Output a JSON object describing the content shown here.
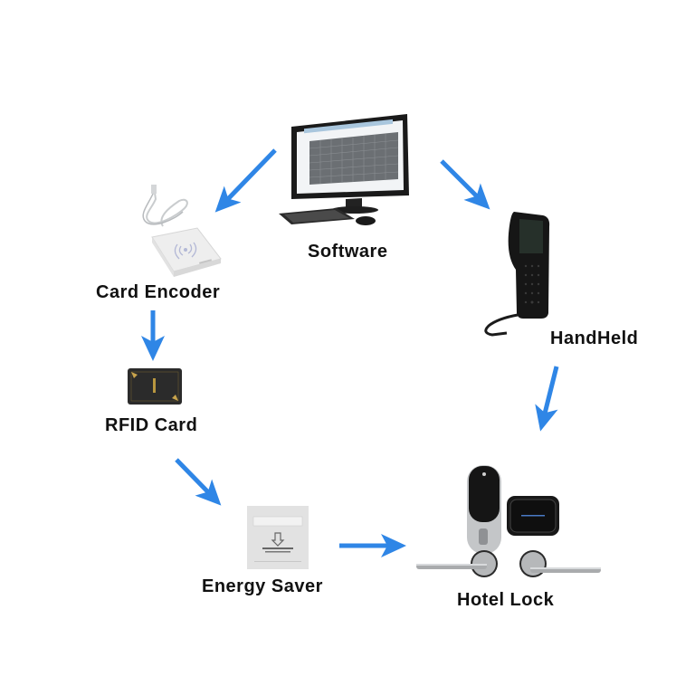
{
  "diagram": {
    "title": "Hotel Lock System Workflow",
    "accent_color": "#2f86e6",
    "nodes": [
      {
        "id": "software",
        "label": "Software",
        "icon": "desktop-computer-icon"
      },
      {
        "id": "card_encoder",
        "label": "Card Encoder",
        "icon": "card-encoder-icon"
      },
      {
        "id": "handheld",
        "label": "HandHeld",
        "icon": "handheld-terminal-icon"
      },
      {
        "id": "rfid_card",
        "label": "RFID Card",
        "icon": "rfid-card-icon"
      },
      {
        "id": "energy_saver",
        "label": "Energy Saver",
        "icon": "energy-saver-switch-icon"
      },
      {
        "id": "hotel_lock",
        "label": "Hotel Lock",
        "icon": "door-lock-icon"
      }
    ],
    "edges": [
      {
        "from": "software",
        "to": "card_encoder"
      },
      {
        "from": "software",
        "to": "handheld"
      },
      {
        "from": "card_encoder",
        "to": "rfid_card"
      },
      {
        "from": "rfid_card",
        "to": "energy_saver"
      },
      {
        "from": "energy_saver",
        "to": "hotel_lock"
      },
      {
        "from": "handheld",
        "to": "hotel_lock"
      }
    ]
  }
}
